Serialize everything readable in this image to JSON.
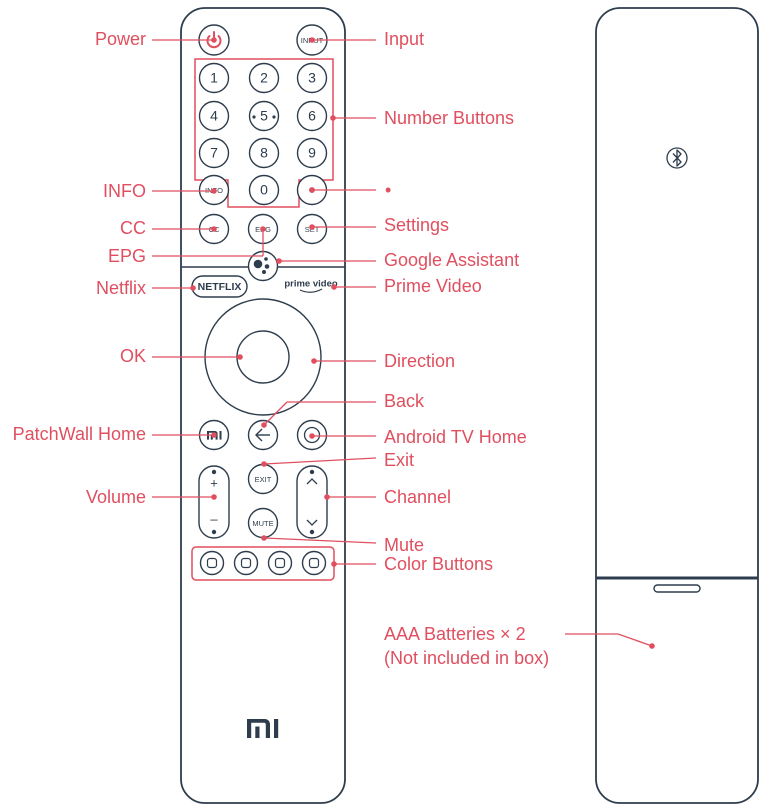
{
  "colors": {
    "label": "#e04f5f",
    "outline": "#2e3d4d"
  },
  "remote": {
    "input": "INPUT",
    "numbers": [
      "1",
      "2",
      "3",
      "4",
      "5",
      "6",
      "7",
      "8",
      "9",
      "0"
    ],
    "info": "INFO",
    "cc": "CC",
    "epg": "EPG",
    "set": "SET",
    "netflix": "NETFLIX",
    "prime": "prime video",
    "exit": "EXIT",
    "mute": "MUTE",
    "vol_plus": "+",
    "vol_minus": "–",
    "brand": "mi"
  },
  "labels": {
    "power": "Power",
    "input": "Input",
    "number_buttons": "Number Buttons",
    "dot": "•",
    "info": "INFO",
    "cc": "CC",
    "settings": "Settings",
    "epg": "EPG",
    "google_assistant": "Google Assistant",
    "netflix": "Netflix",
    "prime_video": "Prime Video",
    "ok": "OK",
    "direction": "Direction",
    "back": "Back",
    "patchwall_home": "PatchWall Home",
    "android_tv_home": "Android TV Home",
    "exit": "Exit",
    "volume": "Volume",
    "channel": "Channel",
    "mute": "Mute",
    "color_buttons": "Color Buttons",
    "batteries_line1": "AAA Batteries × 2",
    "batteries_line2": "(Not included in box)"
  },
  "icons": [
    "power-icon",
    "bluetooth-icon",
    "google-assistant-icon",
    "back-arrow-icon",
    "mi-logo-icon",
    "home-circle-icon",
    "chevron-up-icon",
    "chevron-down-icon"
  ]
}
